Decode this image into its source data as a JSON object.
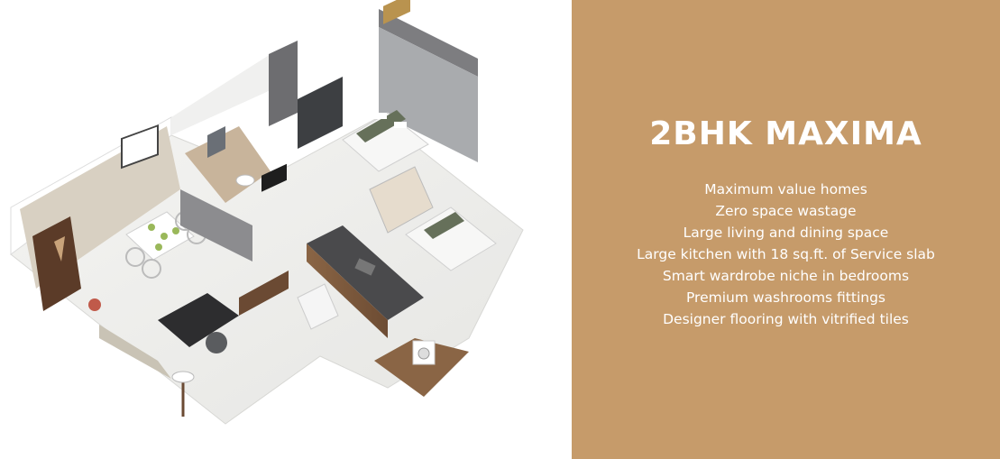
{
  "colors": {
    "panel_bg": "#c69b6a",
    "panel_text": "#ffffff",
    "accent_border": "#c8996a"
  },
  "floorplan": {
    "image_alt": "3D floor plan render of a 2BHK apartment"
  },
  "info": {
    "title": "2BHK MAXIMA",
    "features": [
      "Maximum value homes",
      "Zero space wastage",
      "Large living and dining space",
      "Large kitchen with 18 sq.ft. of Service slab",
      "Smart wardrobe niche in bedrooms",
      "Premium washrooms fittings",
      "Designer flooring with vitrified tiles"
    ]
  }
}
